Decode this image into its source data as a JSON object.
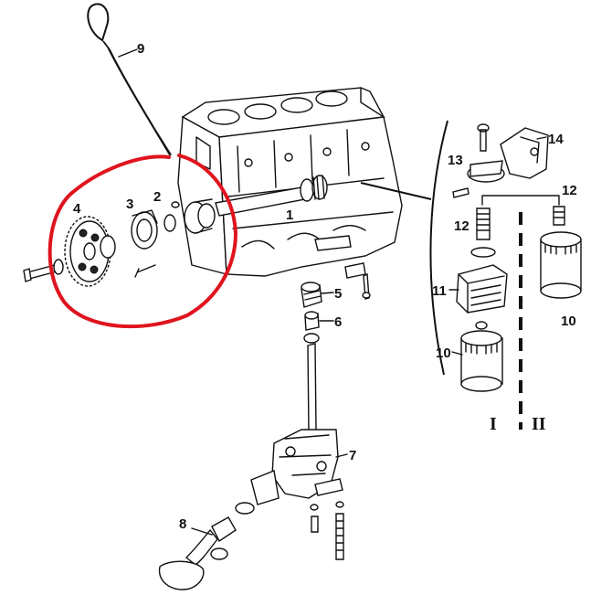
{
  "figure": {
    "callouts": {
      "c1": "1",
      "c2": "2",
      "c3": "3",
      "c4": "4",
      "c5": "5",
      "c6": "6",
      "c7": "7",
      "c8": "8",
      "c9": "9",
      "c10a": "10",
      "c10b": "10",
      "c11": "11",
      "c12a": "12",
      "c12b": "12",
      "c13": "13",
      "c14": "14"
    },
    "variants": {
      "v1": "I",
      "v2": "II"
    },
    "colors": {
      "line": "#111111",
      "highlight": "#e0141e",
      "background": "#ffffff"
    },
    "highlight": "red freehand circle around parts 2, 3, 4"
  }
}
